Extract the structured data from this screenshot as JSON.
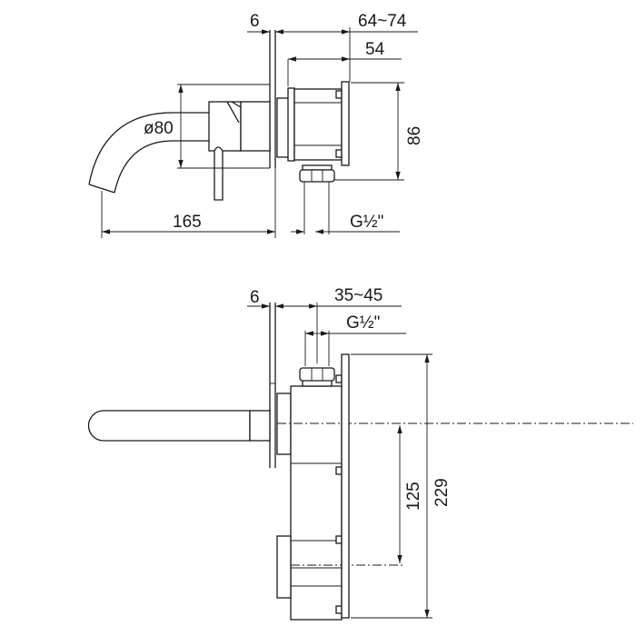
{
  "side_view": {
    "dims": {
      "plate_thickness": "6",
      "projection_range": "64~74",
      "box_depth": "54",
      "height": "86",
      "spout_diameter": "ø80",
      "spout_reach": "165",
      "connection": "G½\""
    }
  },
  "front_view": {
    "dims": {
      "plate_thickness": "6",
      "projection_range": "35~45",
      "connection": "G½\"",
      "outlet_spacing": "125",
      "total_height": "229"
    }
  },
  "colors": {
    "line": "#1a1a1a",
    "background": "#ffffff"
  }
}
